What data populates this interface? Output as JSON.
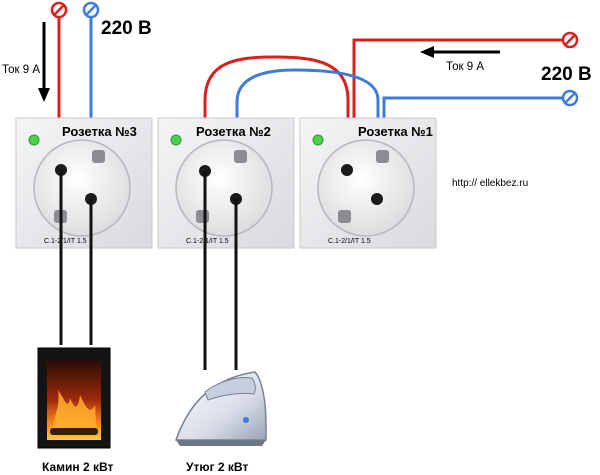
{
  "supply_left": {
    "voltage": "220 В",
    "current": "Ток 9 А"
  },
  "supply_right": {
    "voltage": "220 В",
    "current": "Ток 9 А"
  },
  "sockets": [
    {
      "label": "Розетка №3",
      "marking": "C.1-2/1/IT 1.5"
    },
    {
      "label": "Розетка №2",
      "marking": "C.1-2/1/IT 1.5"
    },
    {
      "label": "Розетка №1",
      "marking": "C.1-2/1/IT 1.5"
    }
  ],
  "url": "http:// ellekbez.ru",
  "appliances": {
    "fireplace": "Камин 2 кВт",
    "iron": "Утюг 2 кВт"
  },
  "colors": {
    "phase": "#d8201c",
    "neutral": "#3b7dd8",
    "plate": "#e6e7ea",
    "indicator": "#4bd14b"
  },
  "icons": [
    "terminal-phase-icon",
    "terminal-neutral-icon",
    "current-arrow-icon",
    "fireplace-icon",
    "iron-icon"
  ]
}
